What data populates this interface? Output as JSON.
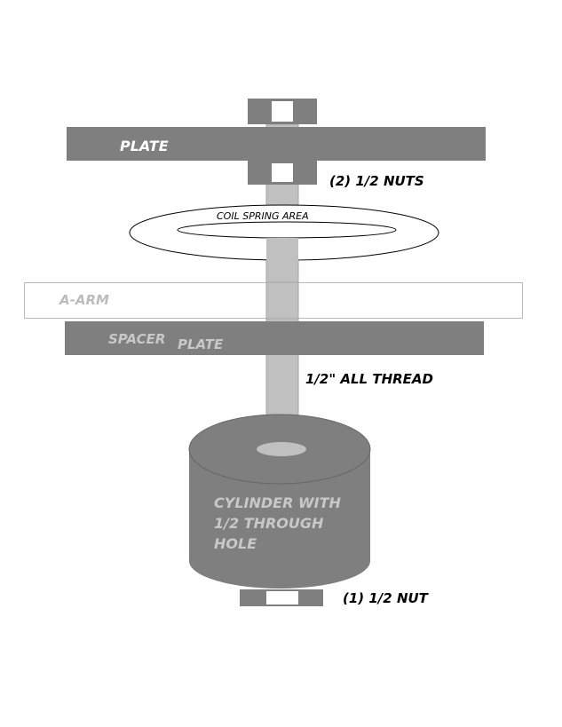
{
  "labels": {
    "top_plate": "PLATE",
    "nuts_two": "(2) 1/2 NUTS",
    "coil_spring": "COIL SPRING AREA",
    "a_arm": "A-ARM",
    "spacer": "SPACER",
    "spacer_plate": "PLATE",
    "all_thread": "1/2\" ALL THREAD",
    "cylinder_line1": "CYLINDER WITH",
    "cylinder_line2": "1/2 THROUGH",
    "cylinder_line3": "HOLE",
    "nut_one": "(1) 1/2 NUT"
  },
  "colors": {
    "plate": "#7f7f7f",
    "rod": "#c0c0c0",
    "outline": "#b8b8b8",
    "light_text": "#c8c8c8",
    "a_arm_text": "#bcbcbc",
    "dark_text": "#000000"
  }
}
